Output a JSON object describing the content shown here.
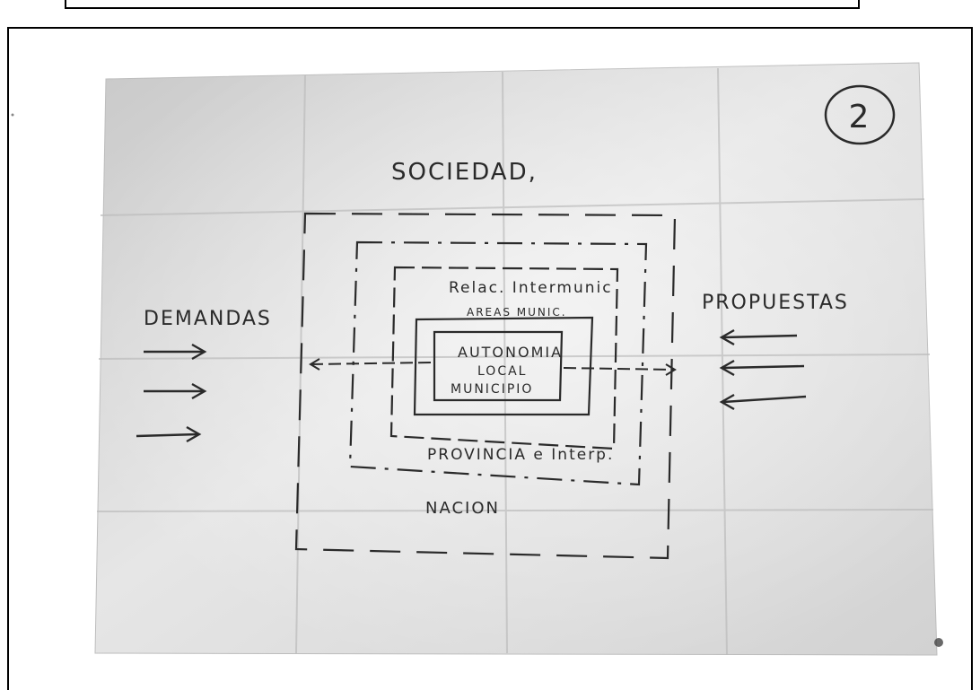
{
  "photo": {
    "page_number": "2",
    "outer_label": "SOCIEDAD,",
    "left_label": "DEMANDAS",
    "right_label": "PROPUESTAS",
    "ring_labels": {
      "inter_municipal": "Relac. Intermunic",
      "areas": "AREAS MUNIC.",
      "core_line1": "AUTONOMIA",
      "core_line2": "LOCAL",
      "core_line3": "MUNICIPIO",
      "province": "PROVINCIA e Interp.",
      "nation": "NACION"
    },
    "colors": {
      "paper": "#dcdcdc",
      "ink": "#2a2a2a"
    }
  }
}
